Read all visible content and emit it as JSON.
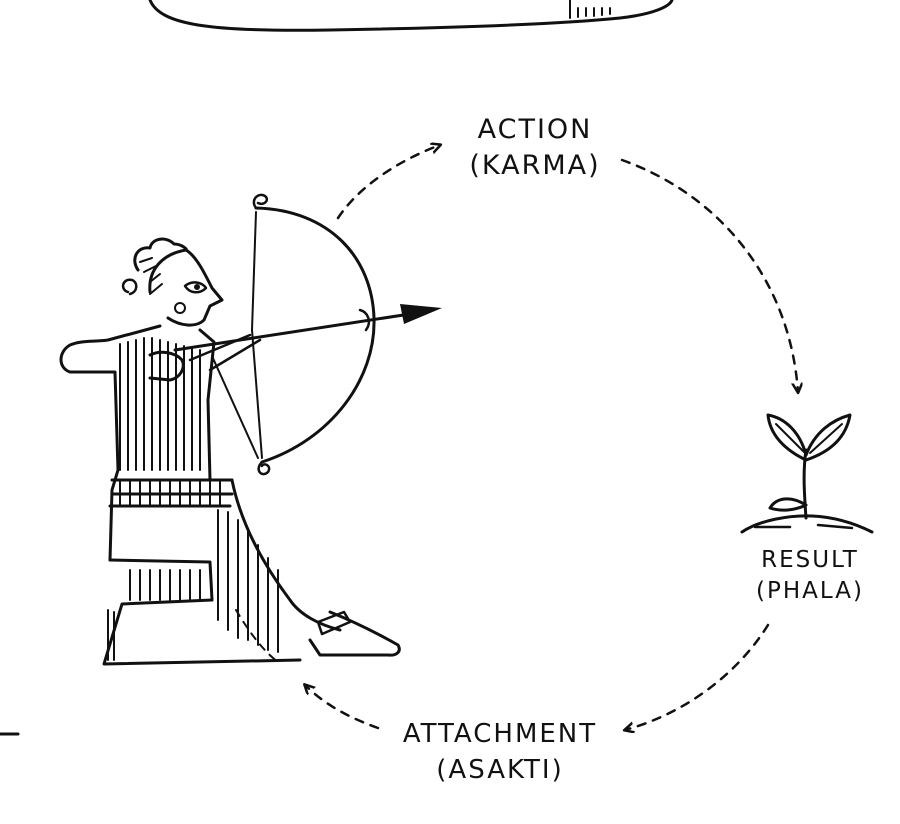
{
  "diagram": {
    "nodes": [
      {
        "id": "action",
        "label": "ACTION",
        "sublabel": "(KARMA)"
      },
      {
        "id": "result",
        "label": "RESULT",
        "sublabel": "(PHALA)"
      },
      {
        "id": "attachment",
        "label": "ATTACHMENT",
        "sublabel": "(ASAKTI)"
      }
    ],
    "edges": [
      {
        "from": "action",
        "to": "result",
        "style": "dashed"
      },
      {
        "from": "result",
        "to": "attachment",
        "style": "dashed"
      },
      {
        "from": "attachment",
        "to": "action",
        "style": "dashed"
      }
    ],
    "illustrations": [
      "archer-illustration",
      "sprout-illustration",
      "bow-and-arrow"
    ],
    "colors": {
      "ink": "#111111",
      "background": "#ffffff"
    }
  }
}
